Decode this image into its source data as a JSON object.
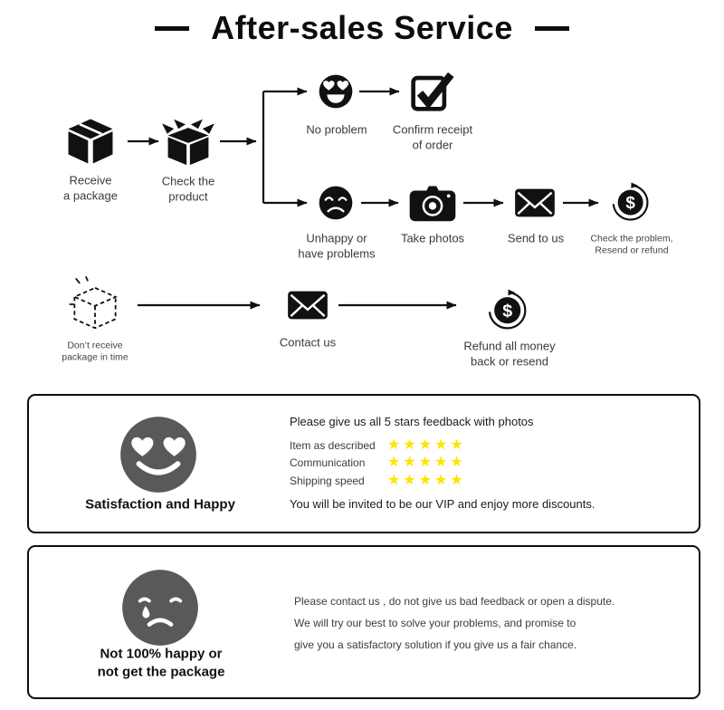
{
  "title": "After-sales Service",
  "flow": {
    "receive_package": "Receive\na package",
    "check_product": "Check the\nproduct",
    "no_problem": "No problem",
    "confirm_receipt": "Confirm receipt\nof order",
    "unhappy": "Unhappy or\nhave problems",
    "take_photos": "Take photos",
    "send_to_us": "Send to us",
    "check_problem": "Check the problem,\nResend or refund",
    "dont_receive": "Don’t receive\npackage in time",
    "contact_us": "Contact us",
    "refund": "Refund all money\nback or resend"
  },
  "icons": {
    "dollar": "$"
  },
  "satisfaction": {
    "caption": "Satisfaction and Happy",
    "heading": "Please give us all 5 stars feedback with photos",
    "ratings": [
      {
        "label": "Item as described",
        "stars": "★★★★★"
      },
      {
        "label": "Communication",
        "stars": "★★★★★"
      },
      {
        "label": "Shipping speed",
        "stars": "★★★★★"
      }
    ],
    "footer": "You will be invited to be our VIP and enjoy more discounts."
  },
  "complaint": {
    "caption": "Not 100% happy or\nnot get the package",
    "lines": [
      "Please contact us , do not give us bad feedback or open a dispute.",
      "We will try our best to solve your problems, and promise to",
      "give you a satisfactory solution if you give us a fair chance."
    ]
  },
  "colors": {
    "ink": "#111111",
    "star_yellow": "#FFE400",
    "face_gray": "#58595B"
  }
}
